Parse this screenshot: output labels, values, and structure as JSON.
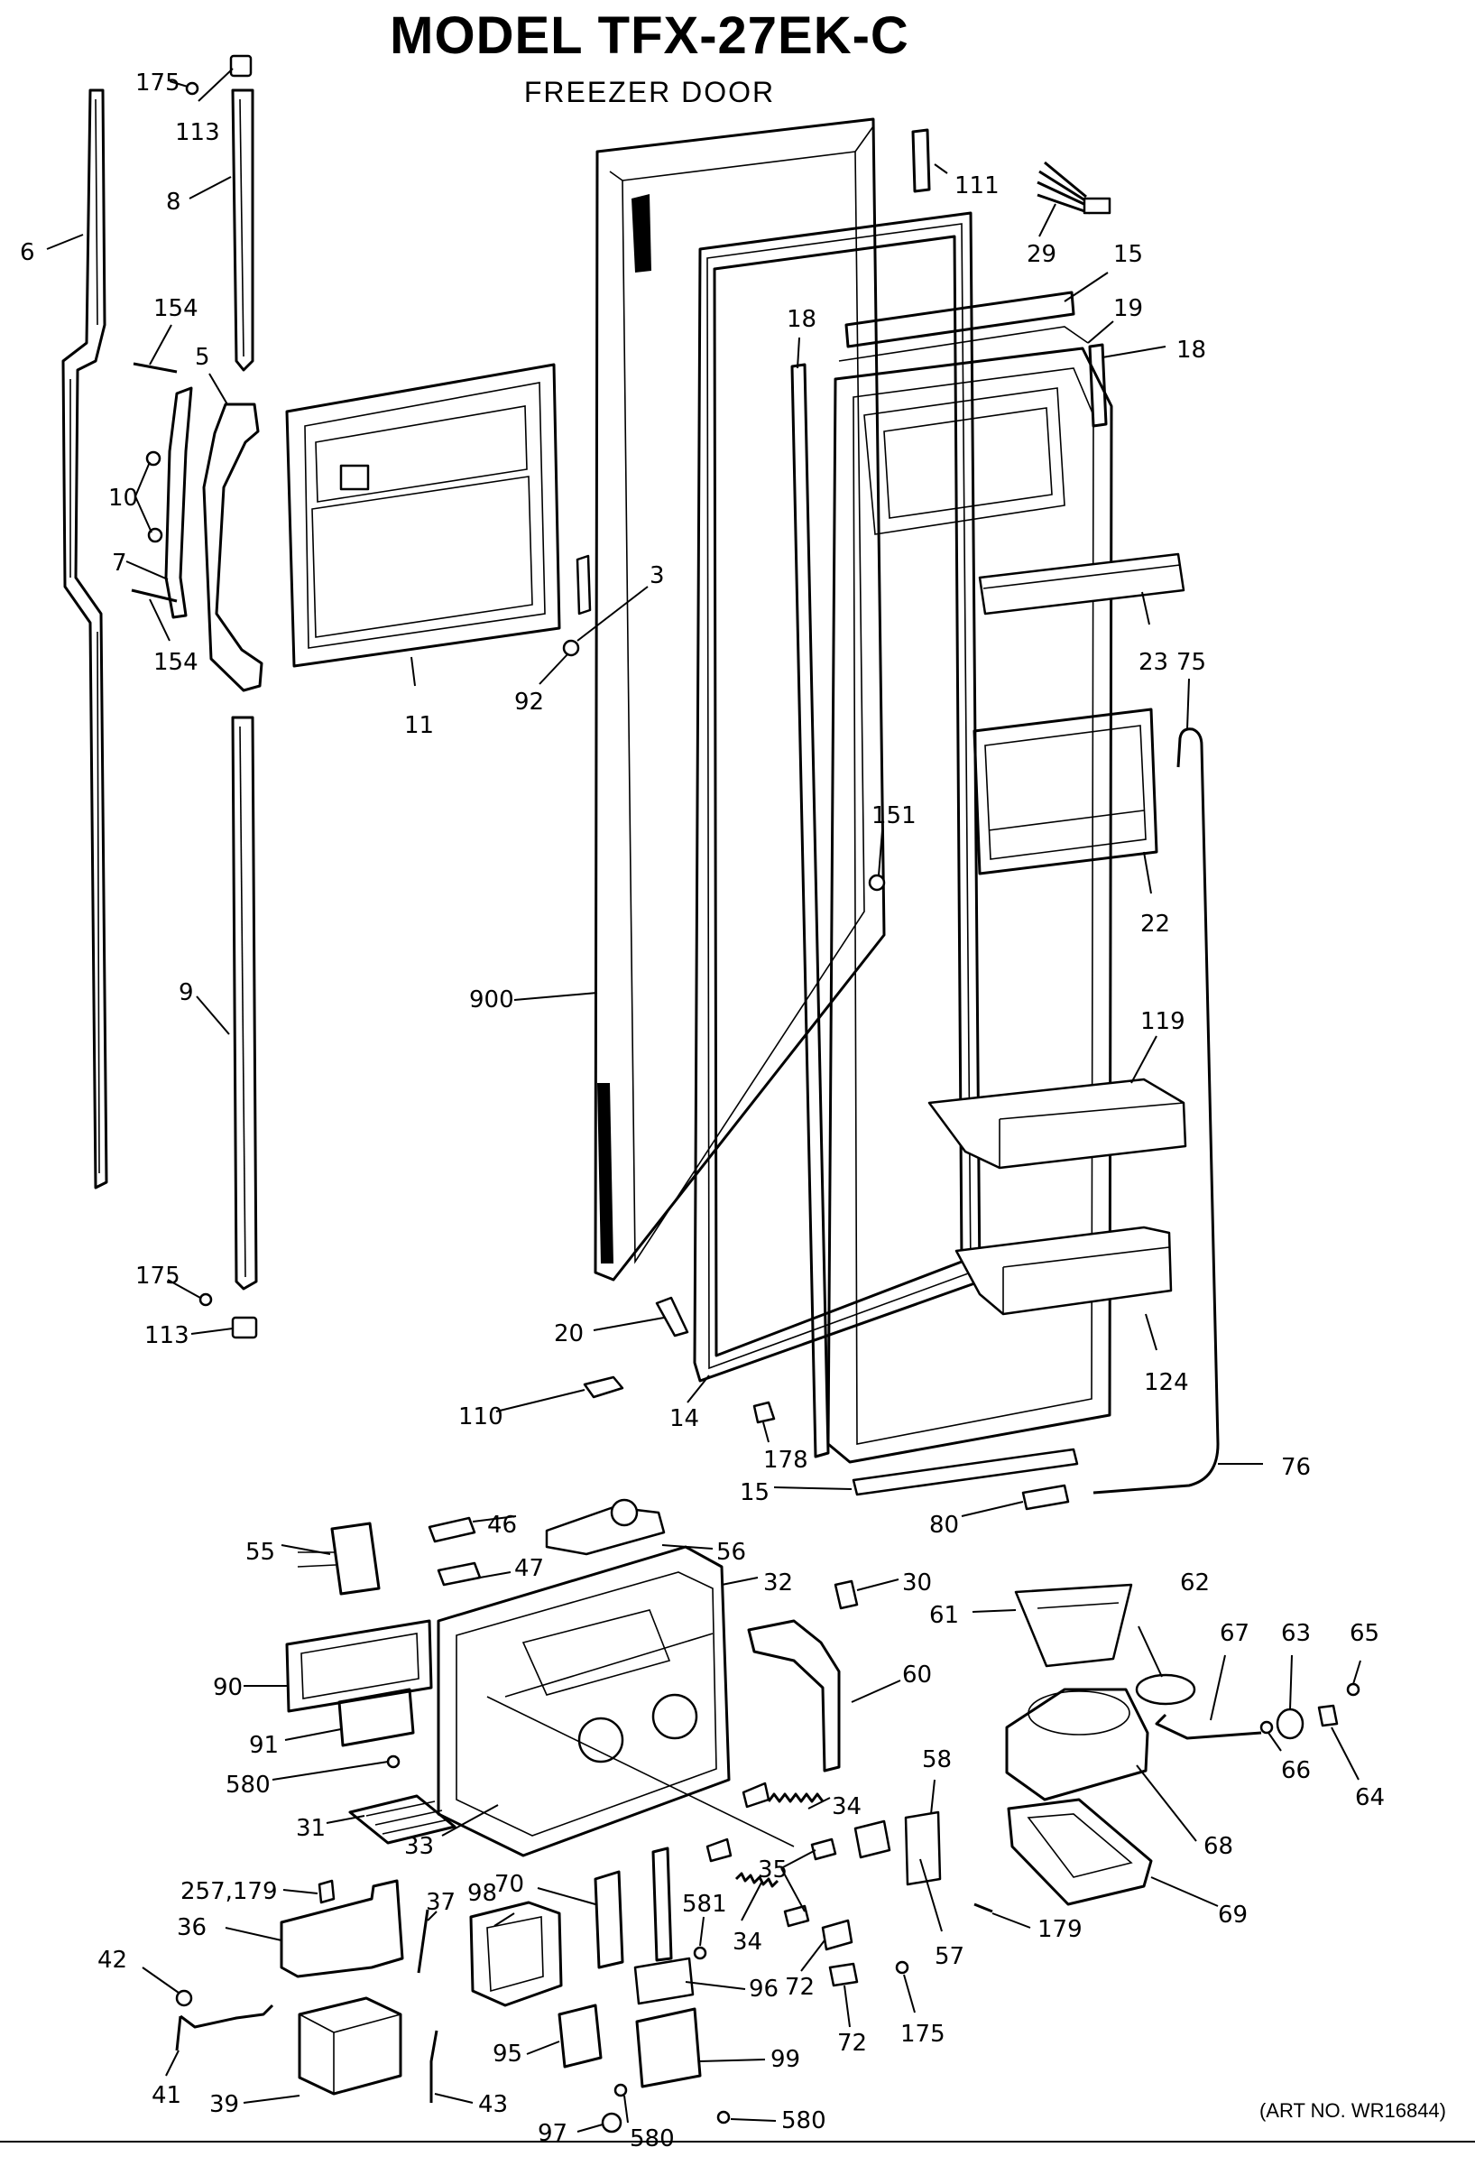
{
  "header": {
    "title": "MODEL TFX-27EK-C",
    "subtitle": "FREEZER DOOR"
  },
  "footer": {
    "art_no": "(ART NO. WR16844)"
  },
  "callouts": [
    {
      "id": "c175a",
      "text": "175"
    },
    {
      "id": "c113a",
      "text": "113"
    },
    {
      "id": "c8",
      "text": "8"
    },
    {
      "id": "c6",
      "text": "6"
    },
    {
      "id": "c154a",
      "text": "154"
    },
    {
      "id": "c5",
      "text": "5"
    },
    {
      "id": "c10",
      "text": "10"
    },
    {
      "id": "c7",
      "text": "7"
    },
    {
      "id": "c154b",
      "text": "154"
    },
    {
      "id": "c11",
      "text": "11"
    },
    {
      "id": "c3",
      "text": "3"
    },
    {
      "id": "c92",
      "text": "92"
    },
    {
      "id": "c9",
      "text": "9"
    },
    {
      "id": "c900",
      "text": "900"
    },
    {
      "id": "c175b",
      "text": "175"
    },
    {
      "id": "c113b",
      "text": "113"
    },
    {
      "id": "c20",
      "text": "20"
    },
    {
      "id": "c110",
      "text": "110"
    },
    {
      "id": "c14",
      "text": "14"
    },
    {
      "id": "c178",
      "text": "178"
    },
    {
      "id": "c15b",
      "text": "15"
    },
    {
      "id": "c80",
      "text": "80"
    },
    {
      "id": "c76",
      "text": "76"
    },
    {
      "id": "c111",
      "text": "111"
    },
    {
      "id": "c29",
      "text": "29"
    },
    {
      "id": "c15a",
      "text": "15"
    },
    {
      "id": "c19",
      "text": "19"
    },
    {
      "id": "c18a",
      "text": "18"
    },
    {
      "id": "c18b",
      "text": "18"
    },
    {
      "id": "c23",
      "text": "23"
    },
    {
      "id": "c75",
      "text": "75"
    },
    {
      "id": "c151",
      "text": "151"
    },
    {
      "id": "c22",
      "text": "22"
    },
    {
      "id": "c119",
      "text": "119"
    },
    {
      "id": "c124",
      "text": "124"
    },
    {
      "id": "c55",
      "text": "55"
    },
    {
      "id": "c46",
      "text": "46"
    },
    {
      "id": "c56",
      "text": "56"
    },
    {
      "id": "c47",
      "text": "47"
    },
    {
      "id": "c32",
      "text": "32"
    },
    {
      "id": "c30",
      "text": "30"
    },
    {
      "id": "c62",
      "text": "62"
    },
    {
      "id": "c61",
      "text": "61"
    },
    {
      "id": "c67",
      "text": "67"
    },
    {
      "id": "c63",
      "text": "63"
    },
    {
      "id": "c65",
      "text": "65"
    },
    {
      "id": "c90",
      "text": "90"
    },
    {
      "id": "c60",
      "text": "60"
    },
    {
      "id": "c91",
      "text": "91"
    },
    {
      "id": "c580a",
      "text": "580"
    },
    {
      "id": "c31",
      "text": "31"
    },
    {
      "id": "c33",
      "text": "33"
    },
    {
      "id": "c34a",
      "text": "34"
    },
    {
      "id": "c58",
      "text": "58"
    },
    {
      "id": "c66",
      "text": "66"
    },
    {
      "id": "c64",
      "text": "64"
    },
    {
      "id": "c68",
      "text": "68"
    },
    {
      "id": "c35",
      "text": "35"
    },
    {
      "id": "c69",
      "text": "69"
    },
    {
      "id": "c257",
      "text": "257,179"
    },
    {
      "id": "c70",
      "text": "70"
    },
    {
      "id": "c98",
      "text": "98"
    },
    {
      "id": "c37",
      "text": "37"
    },
    {
      "id": "c36",
      "text": "36"
    },
    {
      "id": "c581",
      "text": "581"
    },
    {
      "id": "c34b",
      "text": "34"
    },
    {
      "id": "c57",
      "text": "57"
    },
    {
      "id": "c179",
      "text": "179"
    },
    {
      "id": "c42",
      "text": "42"
    },
    {
      "id": "c72a",
      "text": "72"
    },
    {
      "id": "c96",
      "text": "96"
    },
    {
      "id": "c72b",
      "text": "72"
    },
    {
      "id": "c175c",
      "text": "175"
    },
    {
      "id": "c41",
      "text": "41"
    },
    {
      "id": "c39",
      "text": "39"
    },
    {
      "id": "c95",
      "text": "95"
    },
    {
      "id": "c99",
      "text": "99"
    },
    {
      "id": "c43",
      "text": "43"
    },
    {
      "id": "c97",
      "text": "97"
    },
    {
      "id": "c580b",
      "text": "580"
    },
    {
      "id": "c580c",
      "text": "580"
    }
  ]
}
